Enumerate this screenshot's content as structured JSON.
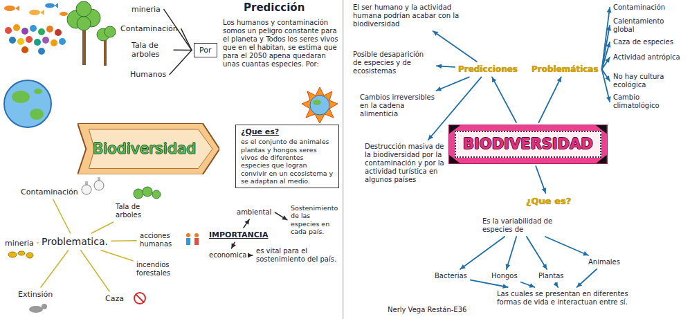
{
  "diagram": {
    "nodes": [
      {
        "text": [
          "mineria"
        ]
      },
      {
        "text": [
          "Contaminación"
        ]
      },
      {
        "text": [
          "Tala de arboles"
        ]
      },
      {
        "text": [
          "Humanos"
        ]
      },
      {
        "text": [
          "Por"
        ]
      },
      {
        "text": [
          "Biodiversidad"
        ]
      },
      {
        "text": [
          "¿Que es?",
          "es el conjunto de animales plantas y hongos seres vivos de diferentes especies que logran convivir en un ecosistema y se adaptan al medio."
        ]
      },
      {
        "text": [
          "Problematica."
        ]
      },
      {
        "text": [
          "Contaminación"
        ]
      },
      {
        "text": [
          "Tala de arboles"
        ]
      },
      {
        "text": [
          "acciones humanas"
        ]
      },
      {
        "text": [
          "incendios forestales"
        ]
      },
      {
        "text": [
          "Caza"
        ]
      },
      {
        "text": [
          "Extinsión"
        ]
      },
      {
        "text": [
          "mineria"
        ]
      },
      {
        "text": [
          "IMPORTANCIA"
        ]
      },
      {
        "text": [
          "ambiental"
        ]
      },
      {
        "text": [
          "Sostenimiento de las especies en cada país."
        ]
      },
      {
        "text": [
          "economica"
        ]
      },
      {
        "text": [
          "es vital para el sostenimiento del país."
        ]
      },
      {
        "text": [
          "El ser humano y la actividad humana podrían acabar con la biodiversidad"
        ]
      },
      {
        "text": [
          "Posible desaparición de especies y de ecosistemas"
        ]
      },
      {
        "text": [
          "Cambios irreversibles en la cadena alimenticia"
        ]
      },
      {
        "text": [
          "Destrucción masiva de la biodiversidad por la contaminación y por la actividad turística en algunos países"
        ]
      },
      {
        "text": [
          "Predicciones"
        ]
      },
      {
        "text": [
          "Problemáticas"
        ]
      },
      {
        "text": [
          "Contaminación"
        ]
      },
      {
        "text": [
          "Calentamiento global"
        ]
      },
      {
        "text": [
          "Caza de especies"
        ]
      },
      {
        "text": [
          "Actividad antrópica"
        ]
      },
      {
        "text": [
          "No hay cultura ecológica"
        ]
      },
      {
        "text": [
          "Cambio climatológico"
        ]
      },
      {
        "text": [
          "BIODIVERSIDAD"
        ]
      },
      {
        "text": [
          "¿Que es?"
        ]
      },
      {
        "text": [
          "Es la variabilidad de especies de"
        ]
      },
      {
        "text": [
          "Bacterias"
        ]
      },
      {
        "text": [
          "Hongos"
        ]
      },
      {
        "text": [
          "Plantas"
        ]
      },
      {
        "text": [
          "Animales"
        ]
      },
      {
        "text": [
          "Las cuales se presentan en diferentes formas de vida e interactuan entre sí."
        ]
      }
    ],
    "edges": [
      {
        "from": 0,
        "to": 4,
        "arrow": "none"
      },
      {
        "from": 1,
        "to": 4,
        "arrow": "none"
      },
      {
        "from": 2,
        "to": 4,
        "arrow": "none"
      },
      {
        "from": 3,
        "to": 4,
        "arrow": "none"
      },
      {
        "from": 7,
        "to": 8,
        "arrow": "none"
      },
      {
        "from": 7,
        "to": 9,
        "arrow": "none"
      },
      {
        "from": 7,
        "to": 10,
        "arrow": "none"
      },
      {
        "from": 7,
        "to": 11,
        "arrow": "none"
      },
      {
        "from": 7,
        "to": 12,
        "arrow": "none"
      },
      {
        "from": 7,
        "to": 13,
        "arrow": "none"
      },
      {
        "from": 7,
        "to": 14,
        "arrow": "none"
      },
      {
        "from": 15,
        "to": 16,
        "arrow": "to"
      },
      {
        "from": 16,
        "to": 17,
        "arrow": "to"
      },
      {
        "from": 15,
        "to": 18,
        "arrow": "to"
      },
      {
        "from": 18,
        "to": 19,
        "arrow": "to"
      },
      {
        "from": 32,
        "to": 24,
        "arrow": "to"
      },
      {
        "from": 32,
        "to": 25,
        "arrow": "to"
      },
      {
        "from": 24,
        "to": 20,
        "arrow": "to"
      },
      {
        "from": 24,
        "to": 21,
        "arrow": "to"
      },
      {
        "from": 24,
        "to": 22,
        "arrow": "to"
      },
      {
        "from": 24,
        "to": 23,
        "arrow": "to"
      },
      {
        "from": 25,
        "to": 26,
        "arrow": "to"
      },
      {
        "from": 25,
        "to": 27,
        "arrow": "to"
      },
      {
        "from": 25,
        "to": 28,
        "arrow": "to"
      },
      {
        "from": 25,
        "to": 29,
        "arrow": "to"
      },
      {
        "from": 25,
        "to": 30,
        "arrow": "to"
      },
      {
        "from": 25,
        "to": 31,
        "arrow": "to"
      },
      {
        "from": 32,
        "to": 33,
        "arrow": "to"
      },
      {
        "from": 34,
        "to": 35,
        "arrow": "to"
      },
      {
        "from": 34,
        "to": 36,
        "arrow": "to"
      },
      {
        "from": 34,
        "to": 37,
        "arrow": "to"
      },
      {
        "from": 34,
        "to": 38,
        "arrow": "to"
      },
      {
        "from": 35,
        "to": 39,
        "arrow": "to"
      },
      {
        "from": 36,
        "to": 39,
        "arrow": "to"
      },
      {
        "from": 37,
        "to": 39,
        "arrow": "to"
      },
      {
        "from": 38,
        "to": 39,
        "arrow": "to"
      }
    ],
    "labels": [
      "Predicción",
      "Los humanos y contaminación somos un peligro constante para el planeta y Todos los seres vivos que en el habitan, se estima que para el 2050 apena quedaran unas cuantas especies. Por:",
      "Nerly Vega Restán-E36"
    ]
  }
}
